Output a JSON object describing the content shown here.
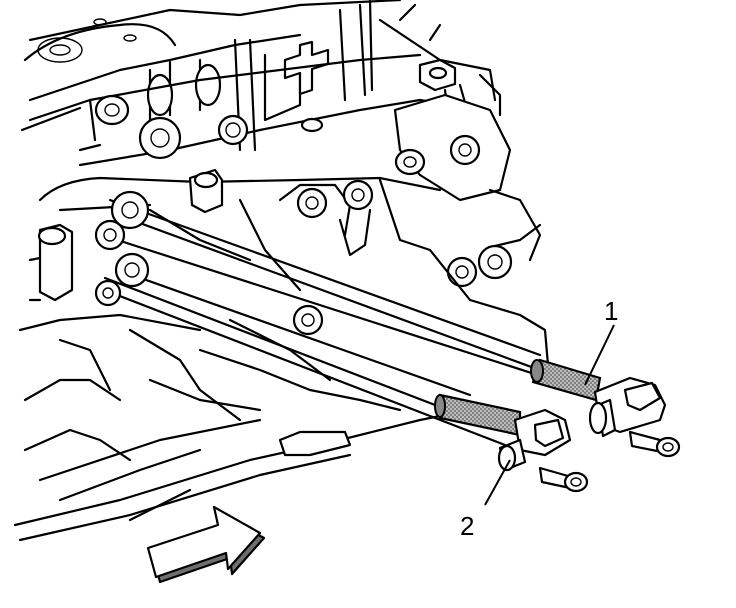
{
  "callouts": [
    {
      "id": "1",
      "text": "1"
    },
    {
      "id": "2",
      "text": "2"
    }
  ],
  "components": {
    "sensor_1": "sensor-1",
    "sensor_2": "sensor-2"
  },
  "colors": {
    "line": "#000000",
    "shade": "#7a7a7a",
    "background": "#ffffff"
  },
  "icons": {
    "direction_arrow": "front-direction-arrow"
  }
}
